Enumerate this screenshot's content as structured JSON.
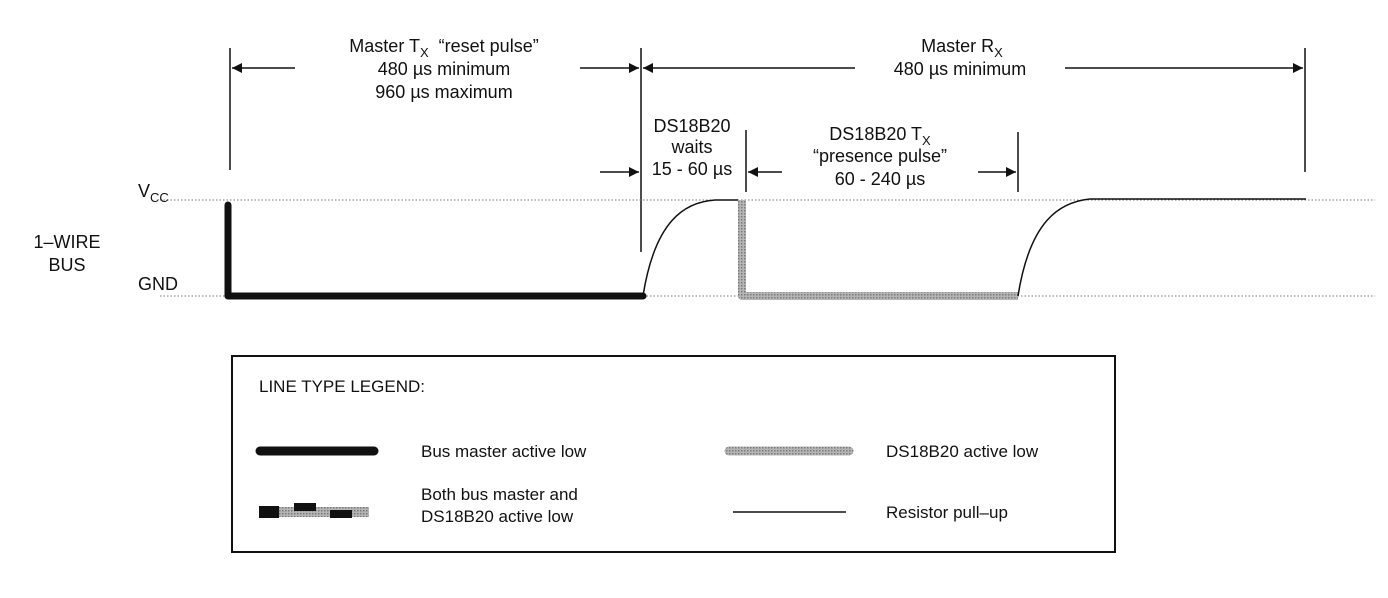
{
  "master_tx": {
    "prefix": "Master T",
    "sub": "X",
    "quote": "“reset pulse”",
    "min": "480 µs minimum",
    "max": "960 µs maximum"
  },
  "master_rx": {
    "prefix": "Master R",
    "sub": "X",
    "min": "480 µs minimum"
  },
  "ds_waits": {
    "line1": "DS18B20",
    "line2": "waits",
    "line3": "15 - 60 µs"
  },
  "ds_tx": {
    "prefix": "DS18B20 T",
    "sub": "X",
    "quote": "“presence pulse”",
    "range": "60 - 240 µs"
  },
  "levels": {
    "vcc": "V",
    "vcc_sub": "CC",
    "gnd": "GND",
    "bus_line1": "1–WIRE",
    "bus_line2": "BUS"
  },
  "legend": {
    "title": "LINE TYPE LEGEND:",
    "items": [
      {
        "label": "Bus master active low"
      },
      {
        "label": "DS18B20 active low"
      },
      {
        "label_line1": "Both bus master and",
        "label_line2": "DS18B20 active low"
      },
      {
        "label": "Resistor pull–up"
      }
    ]
  },
  "colors": {
    "master": "#111111",
    "slave": "#9a9a9a",
    "pullup": "#222222"
  }
}
